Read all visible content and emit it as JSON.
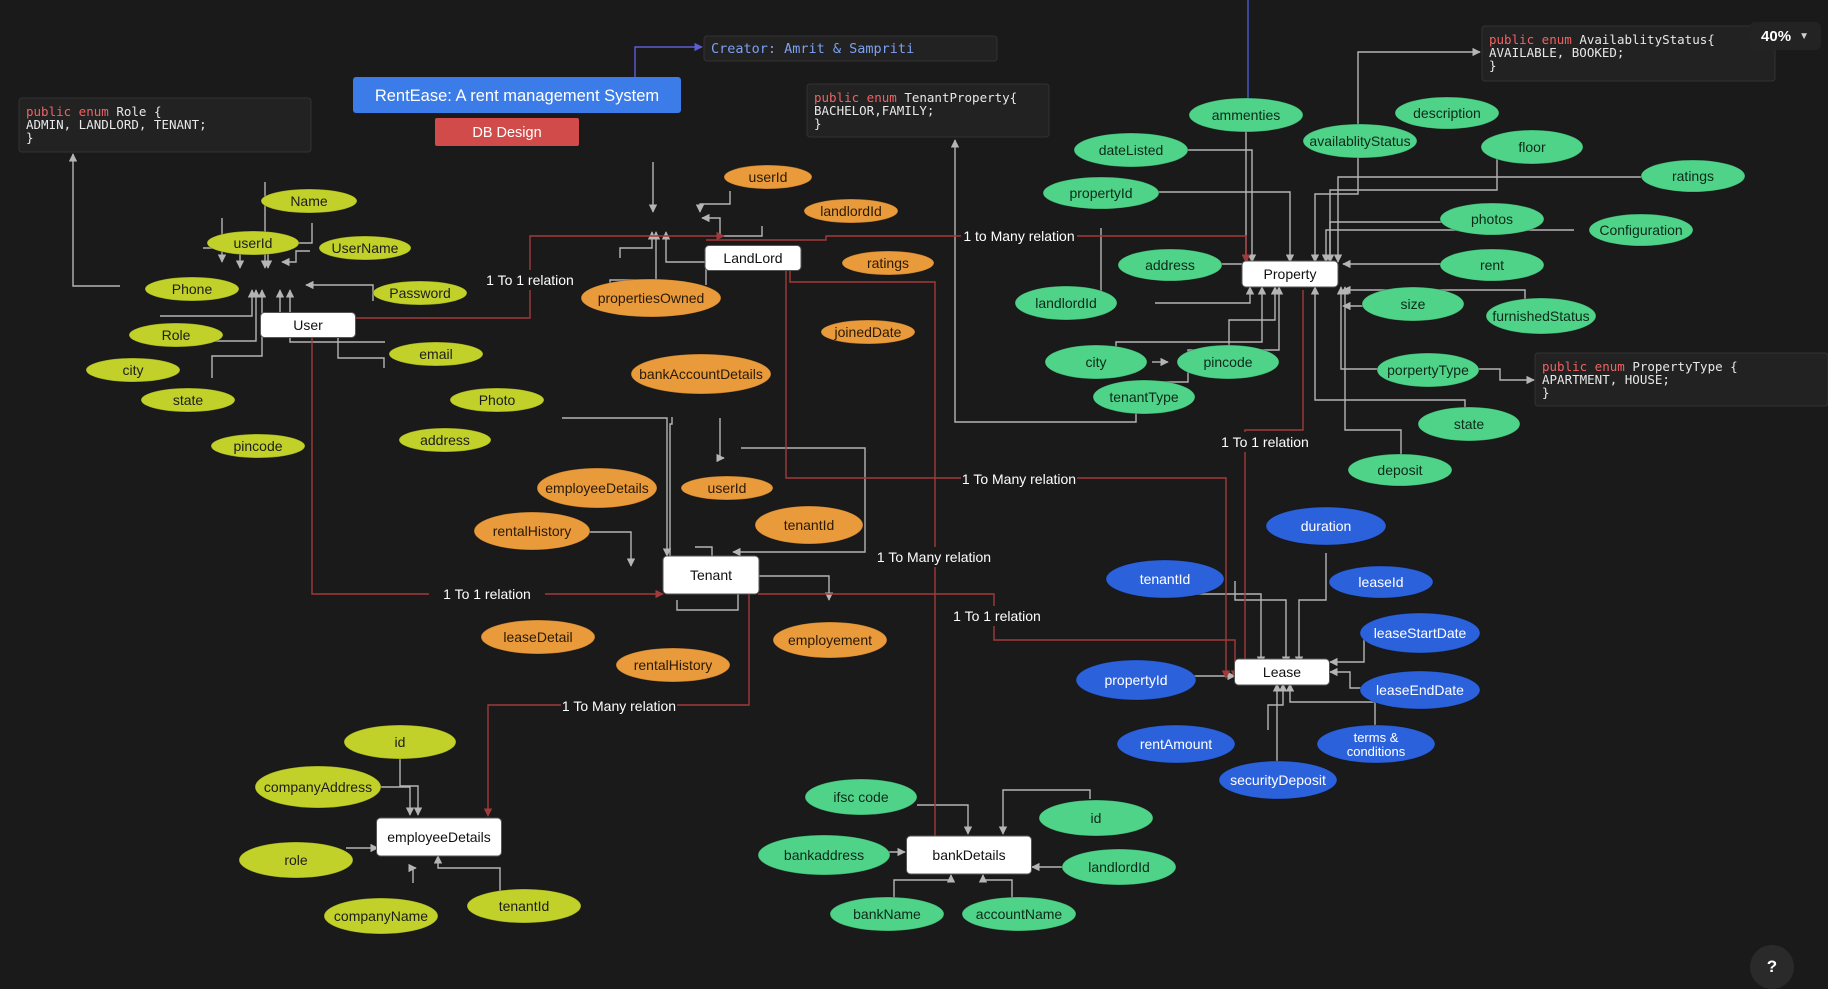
{
  "toolbar": {
    "zoom": "40%",
    "help": "?"
  },
  "title": {
    "main": "RentEase: A rent management System",
    "subtitle": "DB Design",
    "creator": "Creator: Amrit & Sampriti"
  },
  "code_blocks": {
    "role": [
      "public enum Role {",
      "    ADMIN, LANDLORD, TENANT;",
      "}"
    ],
    "tenant_property": [
      "public enum TenantProperty{",
      "    BACHELOR,FAMILY;",
      "}"
    ],
    "availability": [
      "public enum AvailablityStatus{",
      "    AVAILABLE, BOOKED;",
      "}"
    ],
    "property_type": [
      "public enum PropertyType {",
      "    APARTMENT, HOUSE;",
      "}"
    ]
  },
  "entities": {
    "user": "User",
    "landlord": "LandLord",
    "tenant": "Tenant",
    "property": "Property",
    "lease": "Lease",
    "employee": "employeeDetails",
    "bank": "bankDetails"
  },
  "attributes": {
    "user": [
      "Name",
      "userId",
      "UserName",
      "Phone",
      "Password",
      "Role",
      "email",
      "city",
      "state",
      "Photo",
      "address",
      "pincode"
    ],
    "landlord": [
      "userId",
      "landlordId",
      "ratings",
      "propertiesOwned",
      "joinedDate",
      "bankAccountDetails"
    ],
    "tenant": [
      "employeeDetails",
      "userId",
      "rentalHistory",
      "tenantId",
      "leaseDetail",
      "rentalHistory",
      "employement"
    ],
    "property": [
      "ammenties",
      "description",
      "dateListed",
      "availablityStatus",
      "floor",
      "propertyId",
      "ratings",
      "photos",
      "Configuration",
      "address",
      "rent",
      "landlordId",
      "size",
      "furnishedStatus",
      "city",
      "pincode",
      "porpertyType",
      "tenantType",
      "state",
      "deposit"
    ],
    "lease": [
      "duration",
      "tenantId",
      "leaseId",
      "leaseStartDate",
      "propertyId",
      "leaseEndDate",
      "rentAmount",
      "terms & conditions",
      "securityDeposit"
    ],
    "employee": [
      "id",
      "companyAddress",
      "role",
      "companyName",
      "tenantId"
    ],
    "bank": [
      "ifsc code",
      "id",
      "bankaddress",
      "landlordId",
      "bankName",
      "accountName"
    ]
  },
  "relations": [
    "1 To 1 relation",
    "1 to Many relation",
    "1 To Many relation",
    "1 To Many relation",
    "1 To 1 relation",
    "1 To 1 relation",
    "1 To Many relation",
    "1 To 1 relation"
  ],
  "colors": {
    "background": "#1a1a1a",
    "lime": "#c1d12a",
    "orange": "#e99a3a",
    "green": "#4fd389",
    "blue": "#2b62dc",
    "title_blue": "#3b7ce8",
    "title_red": "#d24b4b",
    "line": "#b5b5b5",
    "relation": "#a13a3a",
    "code_bg": "#222222",
    "keyword": "#f06262"
  }
}
